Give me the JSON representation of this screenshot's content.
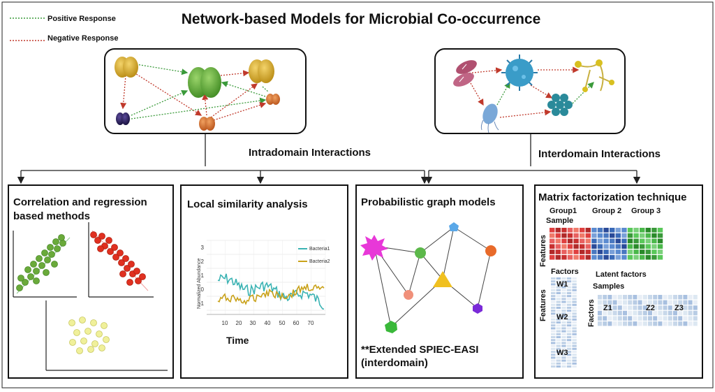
{
  "title": "Network-based Models for Microbial Co-occurrence",
  "legend": {
    "positive": "Positive Response",
    "negative": "Negative Response"
  },
  "colors": {
    "positive": "#3a9a3a",
    "negative": "#c0392b",
    "line_series_1": "#3bb3b3",
    "line_series_2": "#c9a21a"
  },
  "intradomain_label": "Intradomain Interactions",
  "interdomain_label": "Interdomain Interactions",
  "panels": {
    "correlation": {
      "title_line1": "Correlation and regression",
      "title_line2": "based methods"
    },
    "lsa": {
      "title": "Local similarity analysis",
      "y_label": "Normalized Abundance",
      "x_label": "Time",
      "y_ticks": [
        "3",
        "2",
        "1",
        "0",
        "-1"
      ],
      "x_ticks": [
        "10",
        "20",
        "30",
        "40",
        "50",
        "60",
        "70"
      ],
      "series1": "Bacteria1",
      "series2": "Bacteria2"
    },
    "pgm": {
      "title": "Probabilistic graph models",
      "note_line1": "**Extended SPIEC-EASI",
      "note_line2": "(interdomain)"
    },
    "mf": {
      "title": "Matrix factorization technique",
      "group1": "Group1",
      "group2": "Group 2",
      "group3": "Group 3",
      "sample": "Sample",
      "features": "Features",
      "factors": "Factors",
      "latent_factors": "Latent factors",
      "samples": "Samples",
      "w1": "W1",
      "w2": "W2",
      "w3": "W3",
      "z1": "Z1",
      "z2": "Z2",
      "z3": "Z3"
    }
  }
}
